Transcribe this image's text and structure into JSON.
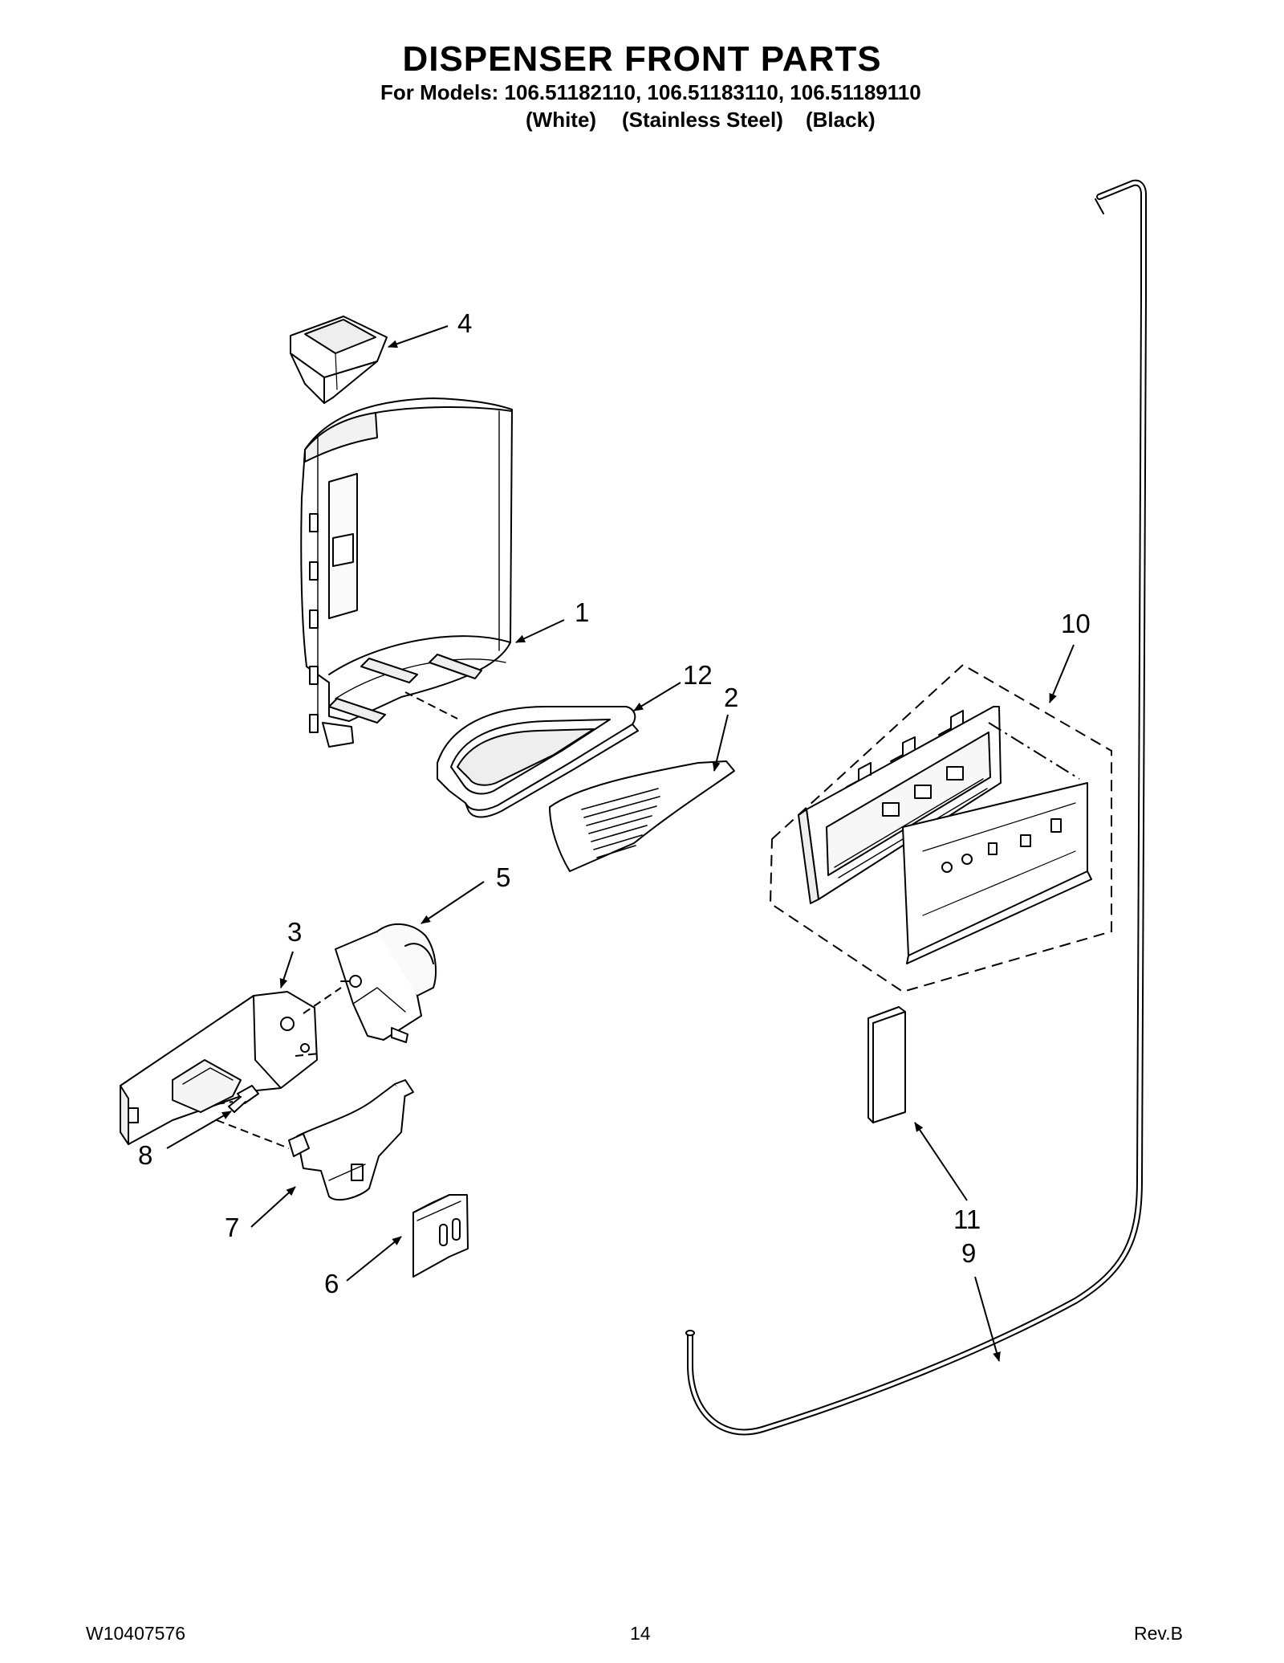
{
  "header": {
    "title": "DISPENSER FRONT PARTS",
    "models_line": "For Models: 106.51182110, 106.51183110, 106.51189110",
    "finishes": [
      "(White)",
      "(Stainless Steel)",
      "(Black)"
    ]
  },
  "callouts": {
    "c1": "1",
    "c2": "2",
    "c3": "3",
    "c4": "4",
    "c5": "5",
    "c6": "6",
    "c7": "7",
    "c8": "8",
    "c9": "9",
    "c10": "10",
    "c11": "11",
    "c12": "12"
  },
  "footer": {
    "doc_number": "W10407576",
    "page_number": "14",
    "revision": "Rev.B"
  }
}
